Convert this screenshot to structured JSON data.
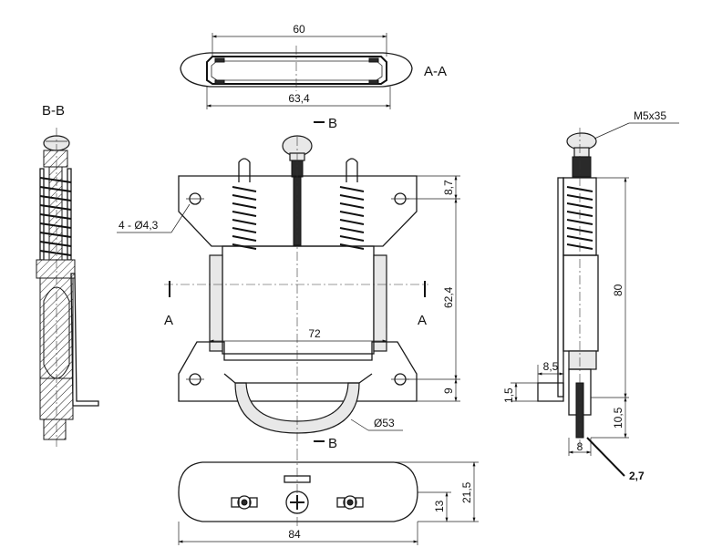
{
  "views": {
    "section_aa": "A-A",
    "section_bb": "B-B",
    "cut_marker_b": "B",
    "cut_marker_a": "A"
  },
  "dimensions": {
    "top_inner_width": "60",
    "top_outer_width": "63,4",
    "hole_spec": "4 - Ø4,3",
    "top_edge_height": "8,7",
    "center_height": "62,4",
    "wheel_span": "72",
    "bottom_edge_height": "9",
    "wheel_diameter": "Ø53",
    "bolt_spec": "M5x35",
    "side_height": "80",
    "tab_width": "8,5",
    "tab_thickness": "1,5",
    "foot_height": "10,5",
    "foot_width": "8",
    "plate_thickness": "2,7",
    "bottom_width": "84",
    "bottom_height_small": "13",
    "bottom_height_total": "21,5"
  }
}
